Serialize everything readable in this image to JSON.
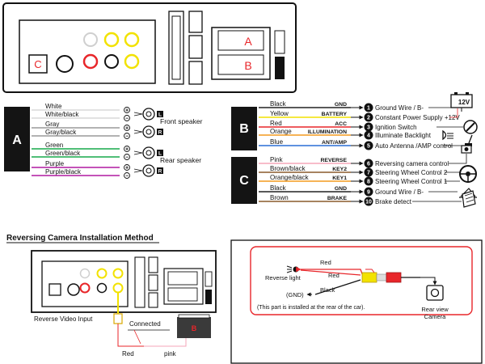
{
  "colors": {
    "white_wire": "#d8d8d8",
    "gray_wire": "#9a9a9a",
    "green_wire": "#17a84a",
    "purple_wire": "#b01aa0",
    "black_wire": "#222222",
    "yellow_wire": "#f2e200",
    "red_wire": "#e8262a",
    "orange_wire": "#f39a1e",
    "blue_wire": "#2a6fd6",
    "pink_wire": "#f5a6b8",
    "brown_wire": "#8a5a2b",
    "label_block": "#141414",
    "rca_red": "#e8262a",
    "rca_yellow": "#f2e200",
    "camera_border": "#e8262a"
  },
  "head_unit": {
    "rca_label": "C",
    "connector_a_label": "A",
    "connector_b_label": "B"
  },
  "section_a": {
    "label": "A",
    "wires": [
      {
        "name": "White",
        "color": "white_wire",
        "sign": "+",
        "channel": "L"
      },
      {
        "name": "White/black",
        "color": "white_wire",
        "sign": "−",
        "channel": ""
      },
      {
        "name": "Gray",
        "color": "gray_wire",
        "sign": "+",
        "channel": "R"
      },
      {
        "name": "Gray/black",
        "color": "gray_wire",
        "sign": "−",
        "channel": ""
      },
      {
        "name": "Green",
        "color": "green_wire",
        "sign": "+",
        "channel": "L"
      },
      {
        "name": "Green/black",
        "color": "green_wire",
        "sign": "−",
        "channel": ""
      },
      {
        "name": "Purple",
        "color": "purple_wire",
        "sign": "+",
        "channel": "R"
      },
      {
        "name": "Purple/black",
        "color": "purple_wire",
        "sign": "−",
        "channel": ""
      }
    ],
    "front_speaker_label": "Front speaker",
    "rear_speaker_label": "Rear speaker"
  },
  "section_b": {
    "label": "B",
    "wires": [
      {
        "name": "Black",
        "code": "GND",
        "color": "black_wire",
        "num": "1",
        "desc": "Ground Wire / B-"
      },
      {
        "name": "Yellow",
        "code": "BATTERY",
        "color": "yellow_wire",
        "num": "2",
        "desc": "Constant Power Supply +12V"
      },
      {
        "name": "Red",
        "code": "ACC",
        "color": "red_wire",
        "num": "3",
        "desc": "Ignition Switch"
      },
      {
        "name": "Orange",
        "code": "ILLUMINATION",
        "color": "orange_wire",
        "num": "4",
        "desc": "Illuminate Backlight"
      },
      {
        "name": "Blue",
        "code": "ANT/AMP",
        "color": "blue_wire",
        "num": "5",
        "desc": "Auto Antenna /AMP control"
      }
    ],
    "battery_label": "12V"
  },
  "section_c": {
    "label": "C",
    "wires": [
      {
        "name": "Pink",
        "code": "REVERSE",
        "color": "pink_wire",
        "num": "6",
        "desc": "Reversing camera control"
      },
      {
        "name": "Brown/black",
        "code": "KEY2",
        "color": "brown_wire",
        "num": "7",
        "desc": "Steering Wheel Control 2"
      },
      {
        "name": "Orange/black",
        "code": "KEY1",
        "color": "orange_wire",
        "num": "8",
        "desc": "Steering Wheel Control 1"
      },
      {
        "name": "Black",
        "code": "GND",
        "color": "black_wire",
        "num": "9",
        "desc": "Ground Wire / B-"
      },
      {
        "name": "Brown",
        "code": "BRAKE",
        "color": "brown_wire",
        "num": "10",
        "desc": "Brake detect"
      }
    ]
  },
  "reversing": {
    "title": "Reversing Camera Installation Method",
    "reverse_video_input": "Reverse Video Input",
    "connected": "Connected",
    "red": "Red",
    "pink": "pink",
    "connector_label": "B"
  },
  "camera_box": {
    "red_top": "Red",
    "red_mid": "Red",
    "black": "Black",
    "reverse_light": "Reverse light",
    "gnd": "(GND)",
    "note": "(This part is installed at the rear of the car).",
    "rear_view_camera_1": "Rear view",
    "rear_view_camera_2": "Camera"
  }
}
